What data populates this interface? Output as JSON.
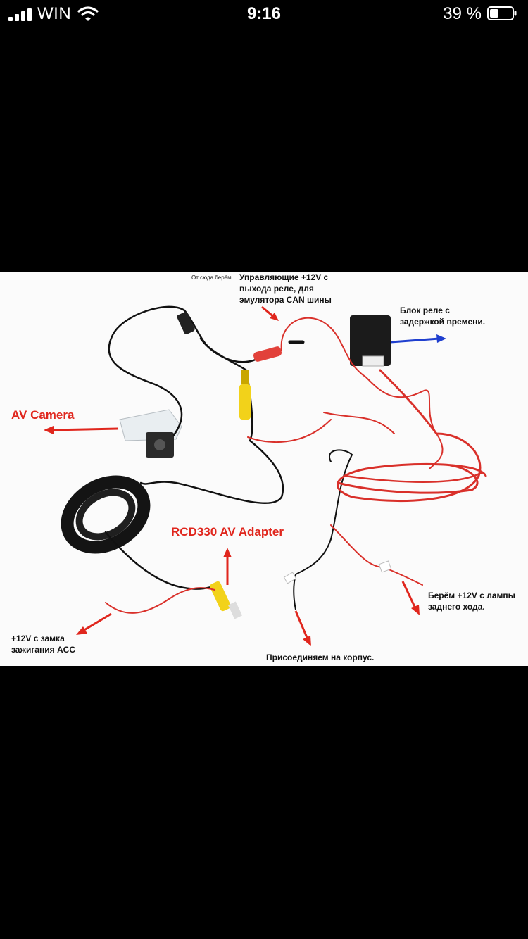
{
  "status_bar": {
    "carrier": "WIN",
    "time": "9:16",
    "battery_percent": "39 %",
    "battery_level": 0.39,
    "icons": [
      "signal-icon",
      "wifi-icon",
      "battery-icon"
    ]
  },
  "image": {
    "labels": {
      "source_note": "От сюда берём",
      "control_output": "Управляющие +12V с\nвыхода реле, для\nэмулятора CAN шины",
      "relay_block": "Блок реле с\nзадержкой времени.",
      "av_camera": "AV Camera",
      "av_adapter": "RCD330 AV Adapter",
      "reverse_lamp": "Берём +12V с лампы\nзаднего хода.",
      "ground": "Присоединяем на корпус.",
      "ignition": "+12V с замка\nзажигания ACC"
    },
    "colors": {
      "arrow_red": "#e0261d",
      "arrow_blue": "#1f3fcf",
      "wire_red": "#d9302a",
      "wire_black": "#111111",
      "rca_yellow": "#f2d21a",
      "rca_red": "#e2413a"
    }
  }
}
